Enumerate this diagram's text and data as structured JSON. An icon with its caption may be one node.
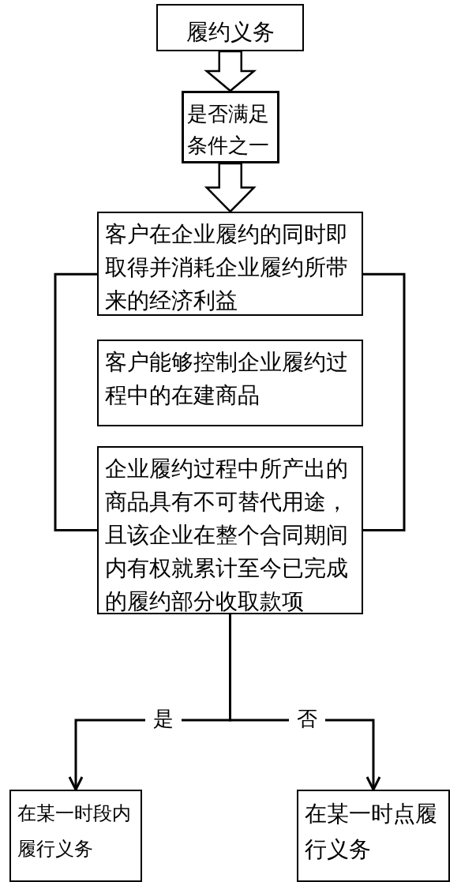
{
  "diagram": {
    "nodes": [
      {
        "text": [
          "履约义务"
        ]
      },
      {
        "text": [
          "是否满足条件之一"
        ]
      },
      {
        "text": [
          "客户在企业履约的同时即取得并消耗企业履约所带来的经济利益"
        ]
      },
      {
        "text": [
          "客户能够控制企业履约过程中的在建商品"
        ]
      },
      {
        "text": [
          "企业履约过程中所产出的商品具有不可替代用途，且该企业在整个合同期间内有权就累计至今已完成的履约部分收取款项"
        ]
      },
      {
        "text": [
          "在某一时段内履行义务"
        ]
      },
      {
        "text": [
          "在某一时点履行义务"
        ]
      }
    ],
    "edges": [
      {
        "from": 0,
        "to": 1,
        "arrow": "to",
        "style": "thick"
      },
      {
        "from": 1,
        "to": 2,
        "arrow": "to",
        "style": "thick"
      },
      {
        "from": 2,
        "to": 4,
        "arrow": "none"
      },
      {
        "from": 2,
        "to": 4,
        "arrow": "none"
      },
      {
        "from": 4,
        "to": 5,
        "arrow": "to",
        "label": "是"
      },
      {
        "from": 4,
        "to": 6,
        "arrow": "to",
        "label": "否"
      }
    ]
  }
}
